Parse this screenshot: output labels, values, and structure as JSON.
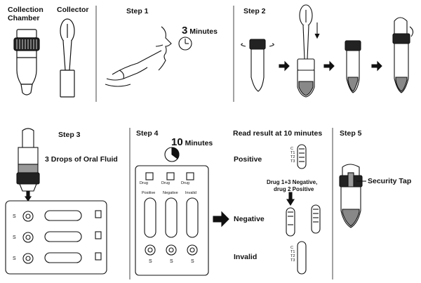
{
  "top": {
    "collection_chamber": "Collection\nChamber",
    "collector": "Collector",
    "step1": {
      "title": "Step 1",
      "time_number": "3",
      "time_unit": "Minutes"
    },
    "step2": {
      "title": "Step 2"
    }
  },
  "bottom": {
    "step3": {
      "title": "Step 3",
      "instruction": "3 Drops of  Oral Fluid"
    },
    "step4": {
      "title": "Step 4",
      "time_number": "10",
      "time_unit": "Minutes"
    },
    "read": {
      "title": "Read result at 10 minutes",
      "positive": "Positive",
      "negative": "Negative",
      "invalid": "Invalid",
      "mixed_note_line1": "Drug 1+3 Negative,",
      "mixed_note_line2": "drug 2 Positive"
    },
    "step5": {
      "title": "Step 5",
      "security_tap": "Security Tap"
    }
  },
  "strip_marks": [
    "C",
    "T1",
    "T2",
    "T3"
  ],
  "sample_well_label": "S",
  "card_small_labels": [
    "Drug",
    "Drug",
    "Drug"
  ],
  "card_result_labels": [
    "Positive",
    "Negative",
    "Invalid"
  ],
  "colors": {
    "ink": "#111111",
    "sample": "#a9a9a9",
    "band": "#555555"
  }
}
